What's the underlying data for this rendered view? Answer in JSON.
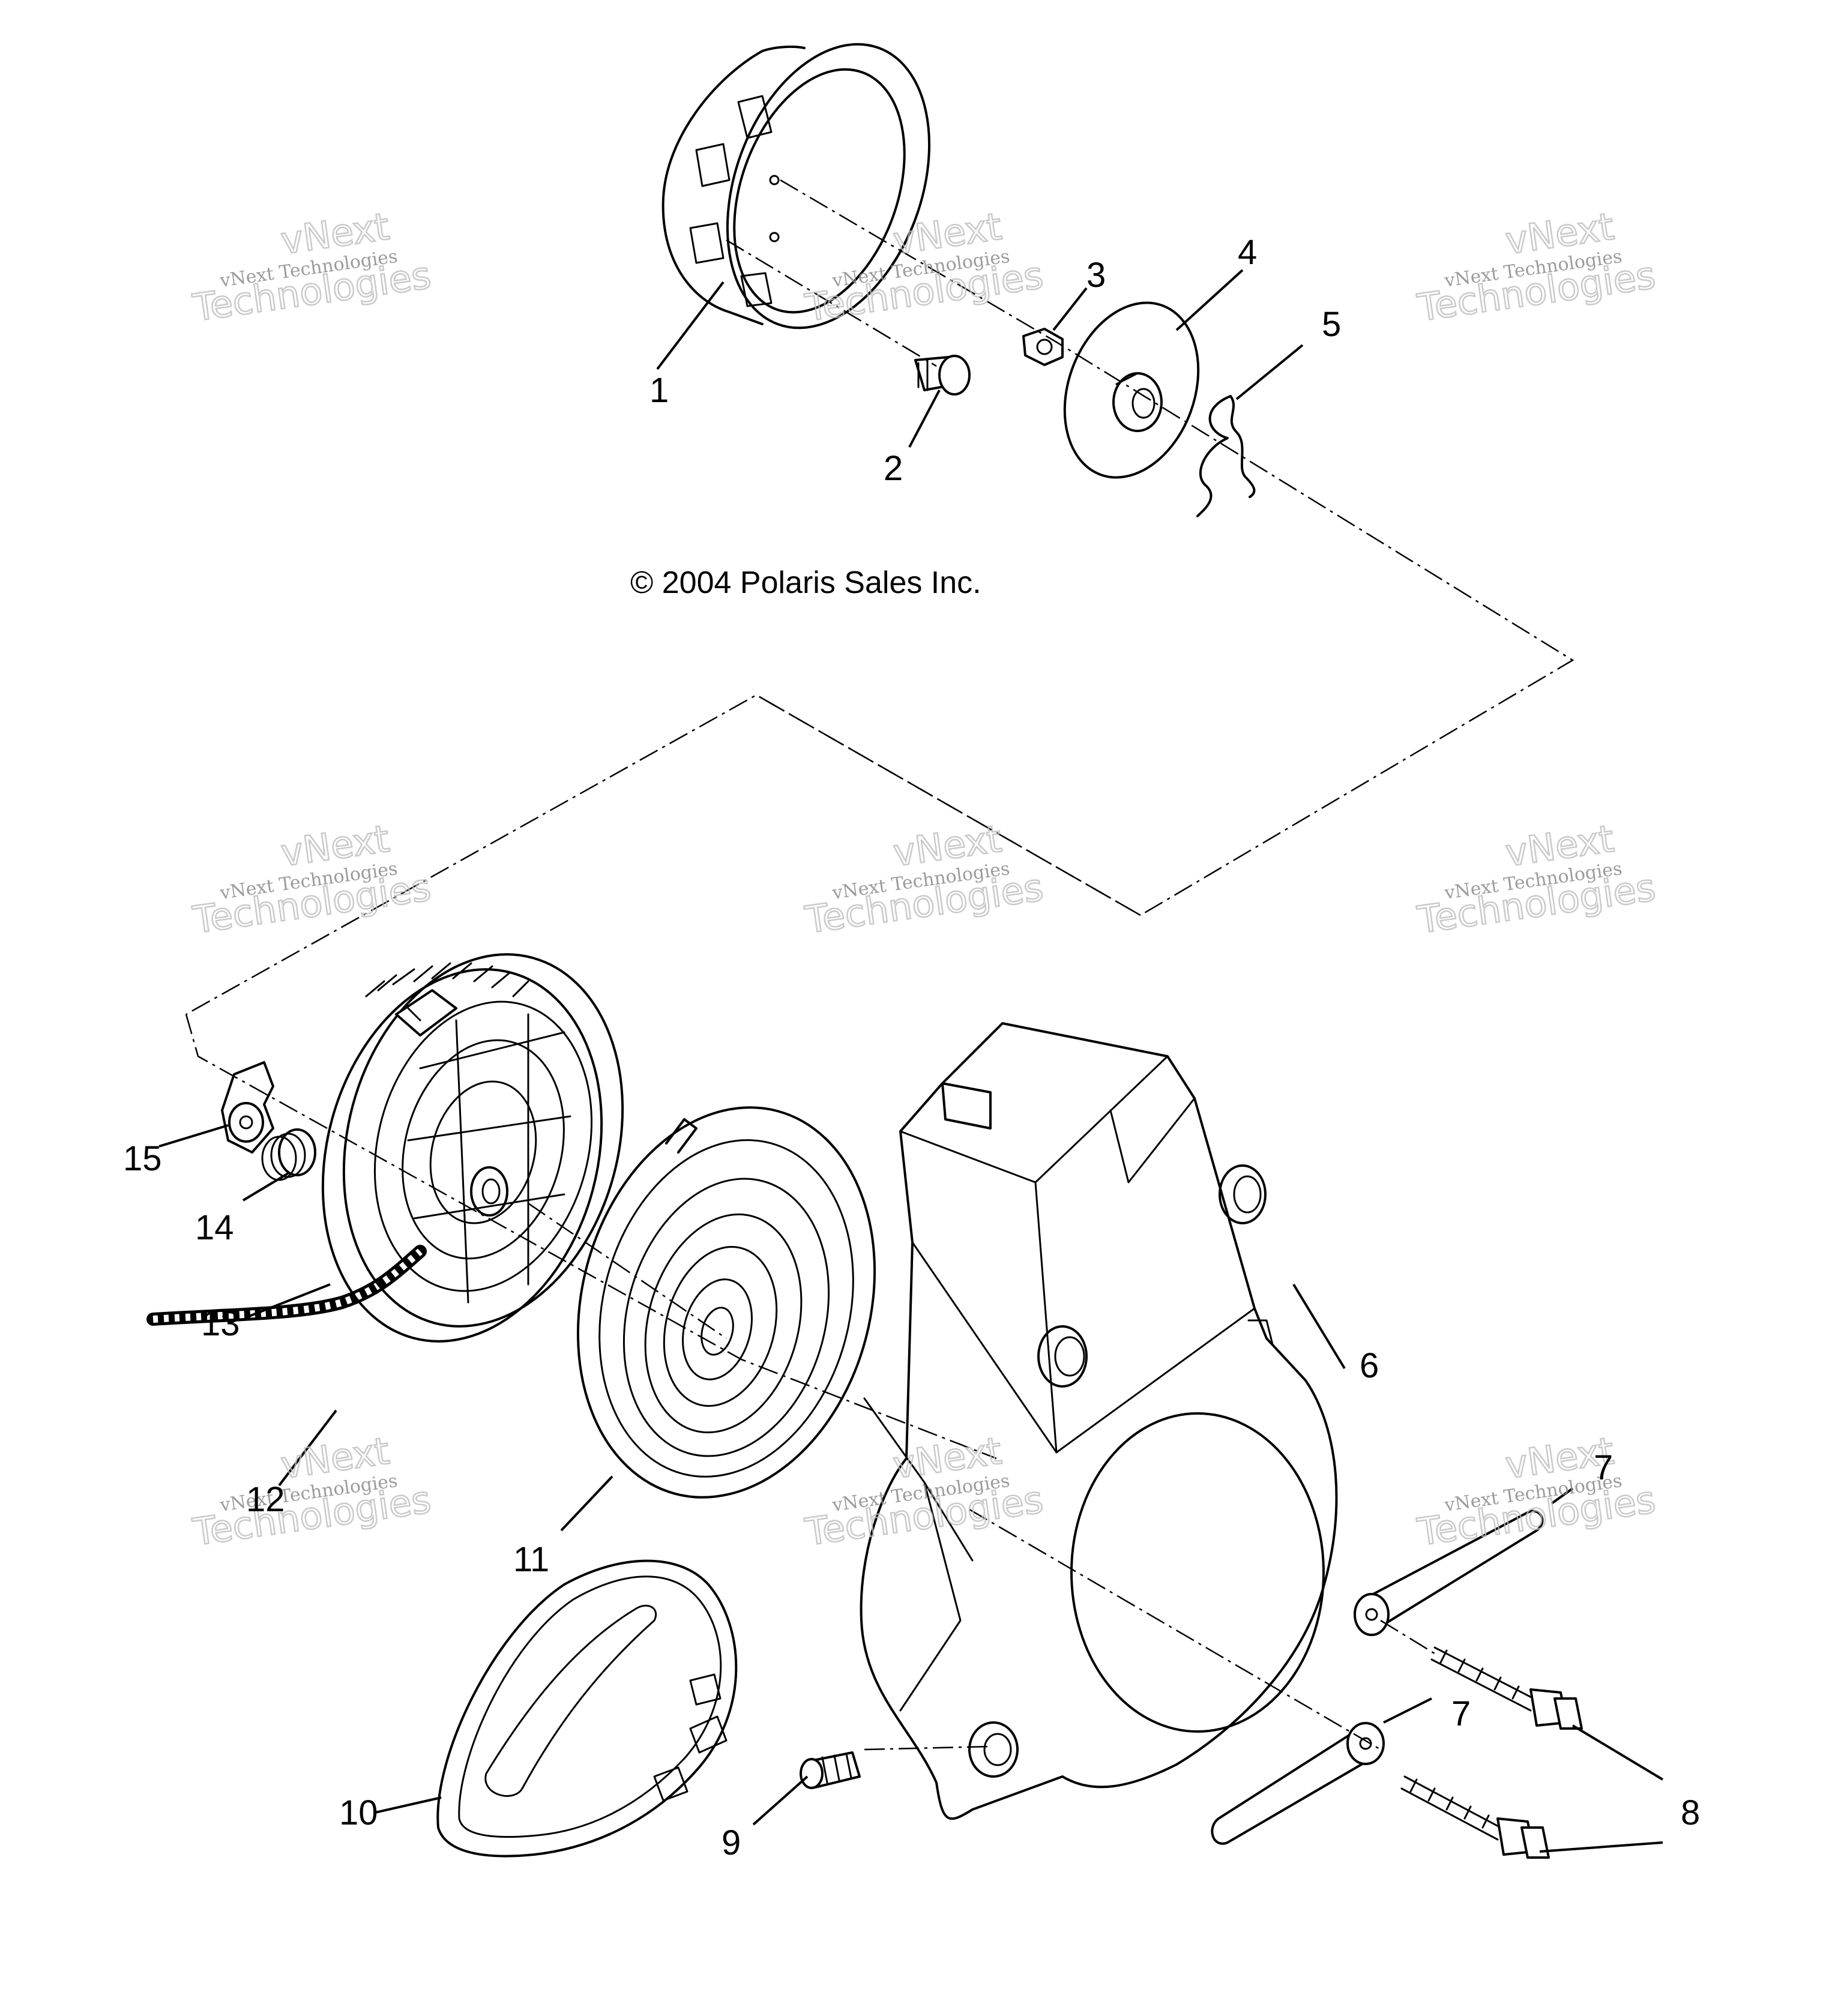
{
  "callouts": [
    {
      "id": "1",
      "text": "1"
    },
    {
      "id": "2",
      "text": "2"
    },
    {
      "id": "3",
      "text": "3"
    },
    {
      "id": "4",
      "text": "4"
    },
    {
      "id": "5",
      "text": "5"
    },
    {
      "id": "6",
      "text": "6"
    },
    {
      "id": "7a",
      "text": "7"
    },
    {
      "id": "7b",
      "text": "7"
    },
    {
      "id": "8",
      "text": "8"
    },
    {
      "id": "9",
      "text": "9"
    },
    {
      "id": "10",
      "text": "10"
    },
    {
      "id": "11",
      "text": "11"
    },
    {
      "id": "12",
      "text": "12"
    },
    {
      "id": "13",
      "text": "13"
    },
    {
      "id": "14",
      "text": "14"
    },
    {
      "id": "15",
      "text": "15"
    }
  ],
  "copyright": "© 2004 Polaris Sales Inc.",
  "watermark": {
    "line_small": "vNext Technologies",
    "line_big_1": "vNext",
    "line_big_2": "Technologies"
  }
}
